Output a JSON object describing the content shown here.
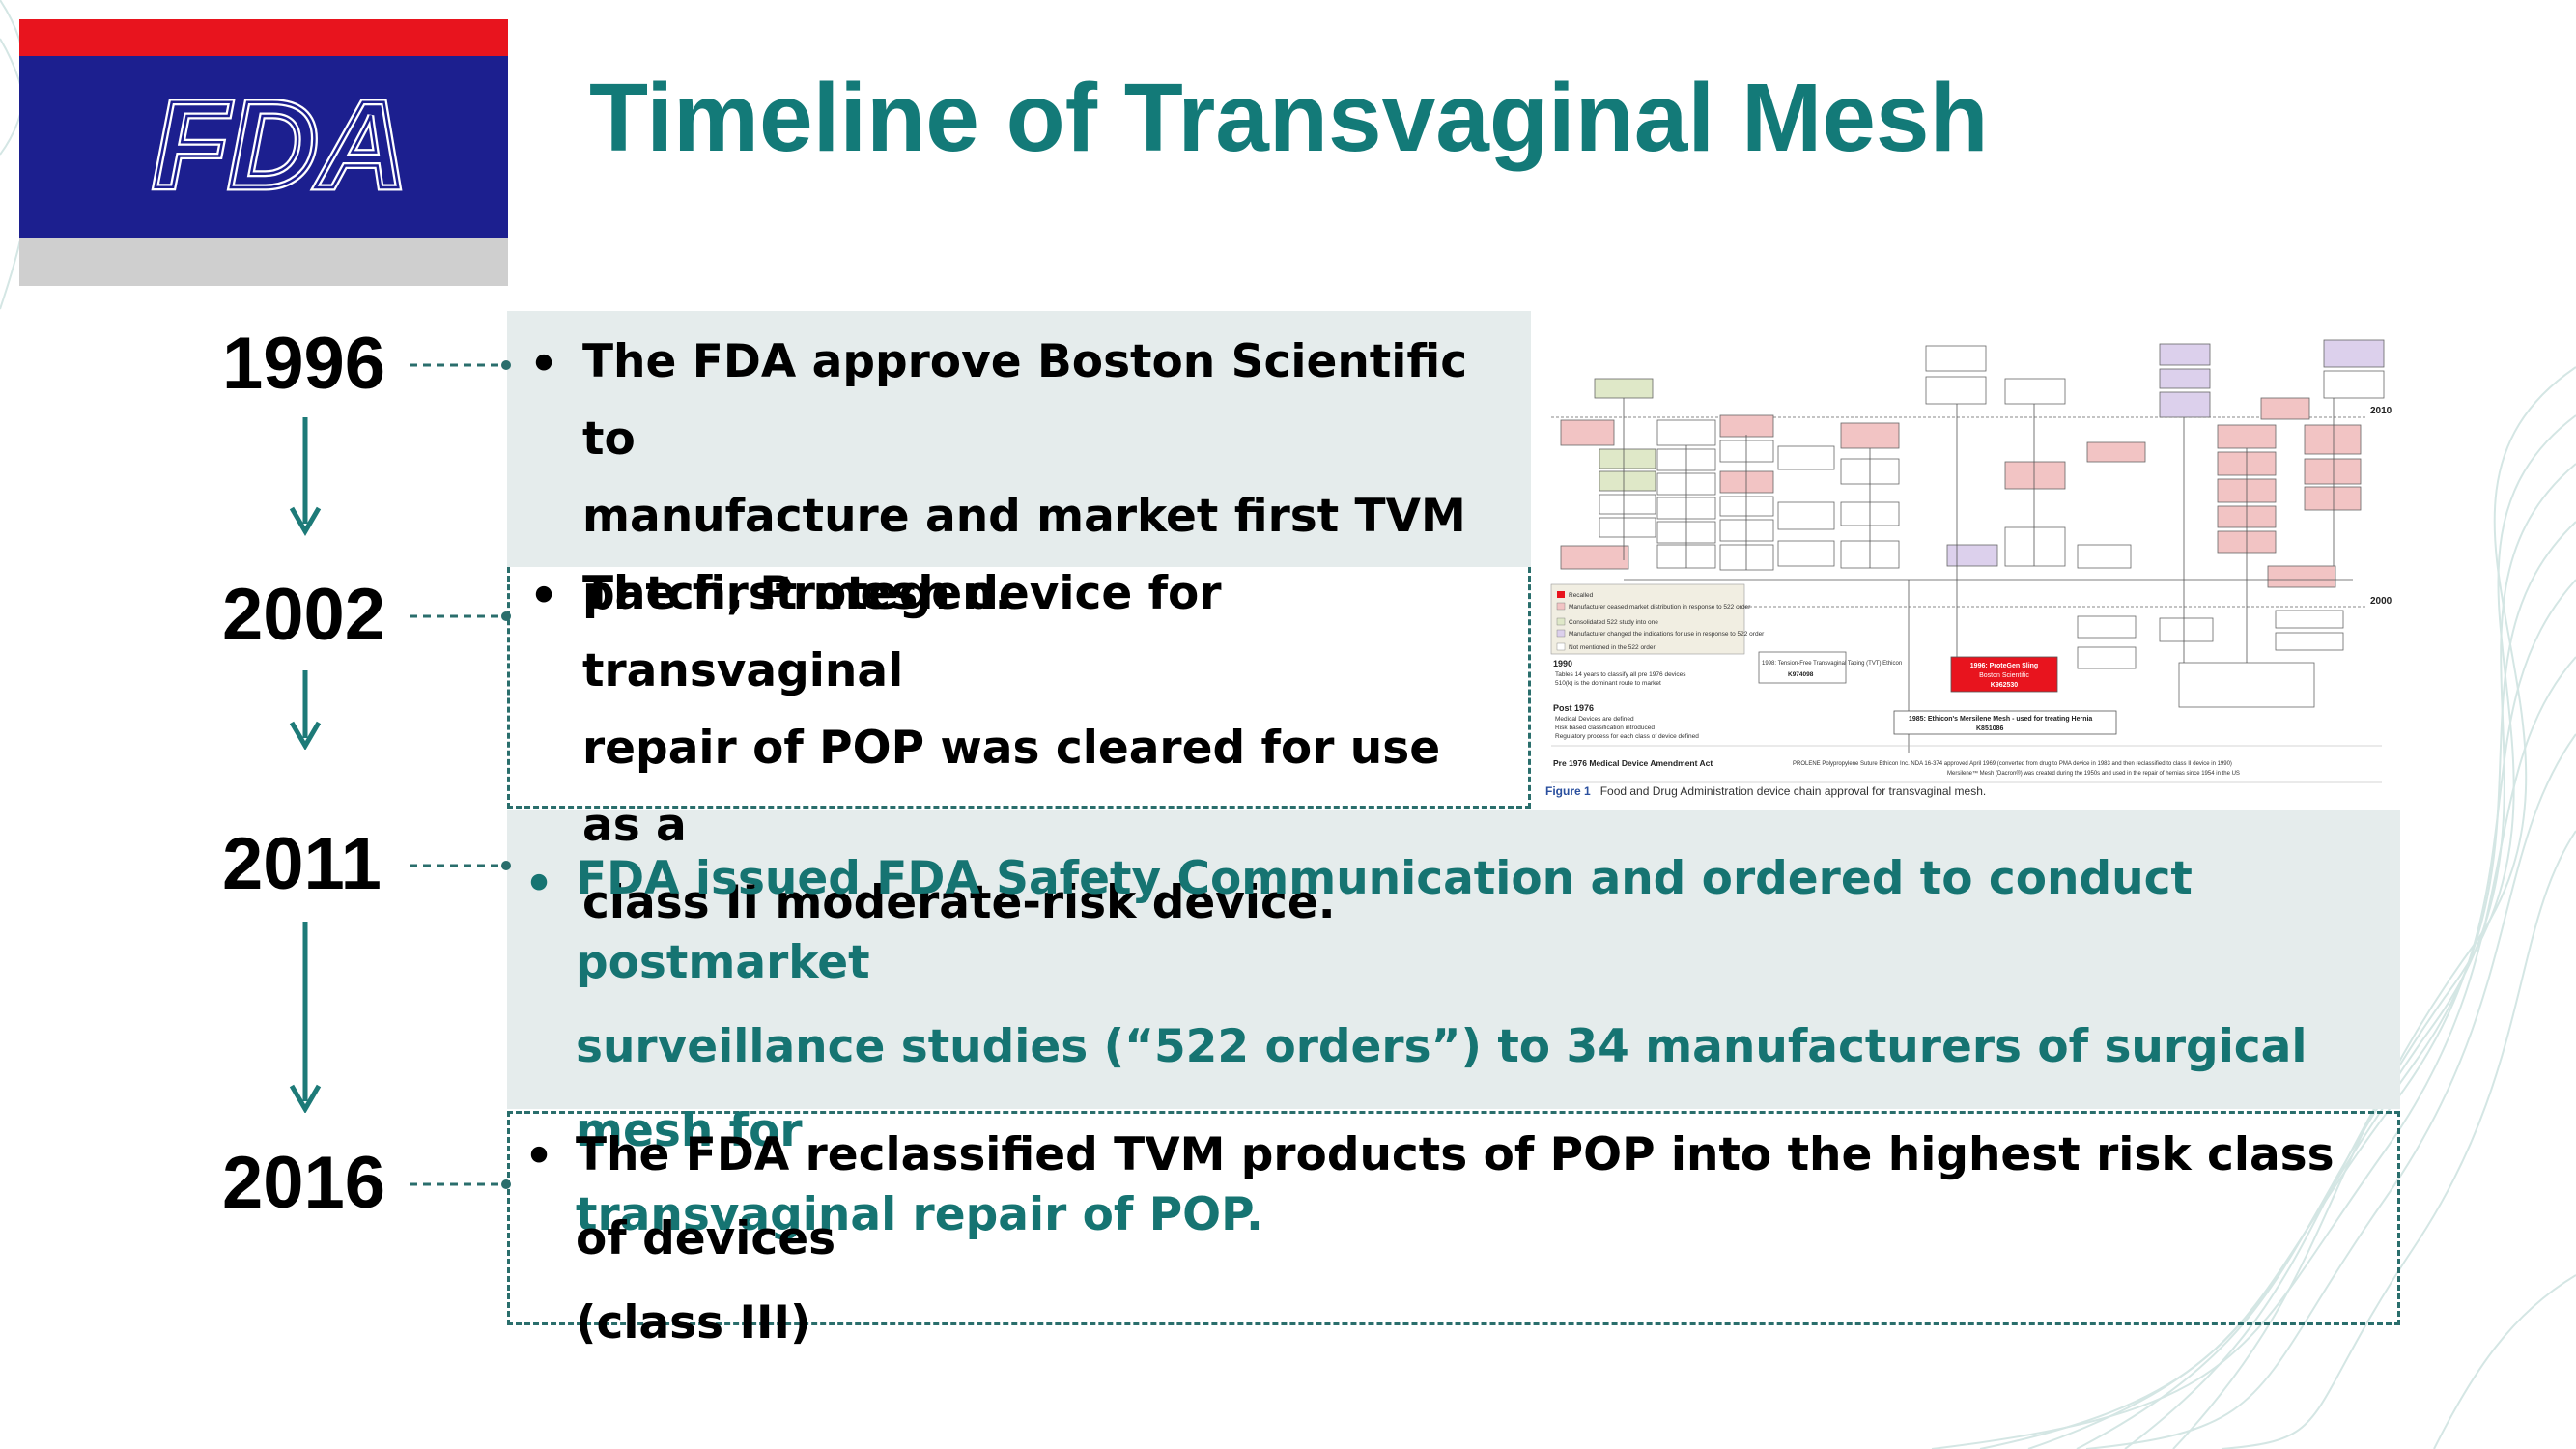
{
  "logo": {
    "text": "FDA"
  },
  "title": "Timeline of Transvaginal Mesh",
  "timeline": [
    {
      "year": "1996",
      "lines": [
        "The FDA approve Boston Scientific to",
        "manufacture and market first TVM",
        "patch,  Protegen."
      ]
    },
    {
      "year": "2002",
      "lines": [
        "The first mesh device for transvaginal",
        "repair of POP was cleared for use as a",
        "class II moderate-risk device."
      ]
    },
    {
      "year": "2011",
      "lines": [
        "FDA issued FDA Safety Communication and ordered to conduct postmarket",
        "surveillance studies (“522 orders”) to 34 manufacturers of surgical mesh for",
        "transvaginal repair of POP."
      ]
    },
    {
      "year": "2016",
      "lines": [
        "The FDA reclassified TVM products of POP into the highest risk class  of devices",
        "(class III)"
      ]
    }
  ],
  "bullet_glyph": "•",
  "figure": {
    "caption_label": "Figure 1",
    "caption_text": "Food and Drug Administration device chain approval for transvaginal mesh.",
    "year_2010": "2010",
    "year_2000": "2000",
    "legend": [
      "Recalled",
      "Manufacturer ceased market distribution in response to 522 order",
      "Consolidated 522 study into one",
      "Manufacturer changed the indications for use in response to 522 order",
      "Not mentioned in the 522 order"
    ],
    "legend_1990_title": "1990",
    "legend_1990_items": [
      "Tables 14 years to classify all pre 1976 devices",
      "510(k) is the dominant route to market"
    ],
    "post1976_title": "Post 1976",
    "post1976_items": [
      "Medical Devices are defined",
      "Risk based classification introduced",
      "Regulatory process for each class of device defined"
    ],
    "pre1976": "Pre 1976 Medical Device Amendment Act",
    "pre1976_note": "PROLENE Polypropylene Suture Ethicon Inc. NDA 16-374 approved April 1969 (converted from drug to PMA device in 1983 and then reclassified to class II device in 1990)",
    "pre1976_note2": "Mersilene™ Mesh (Dacron®) was created during the 1950s and used in the repair of hernias since 1954 in the US",
    "mersilene_box": "1985: Ethicon's Mersilene Mesh - used for treating Hernia",
    "mersilene_code": "K851086",
    "protegen_box": "1996: ProteGen Sling",
    "protegen_sub": "Boston Scientific",
    "protegen_code": "K962530",
    "ttvt_box": "1998: Tension-Free Transvaginal Taping (TVT) Ethicon",
    "ttvt_code": "K974098"
  },
  "colors": {
    "title": "#137a78",
    "teal_text": "#167472",
    "box_fill": "#e5ecec",
    "dash": "#2a6e6c",
    "arrow": "#1d7a78",
    "fda_red": "#e8141e",
    "fda_blue": "#1c1f8f",
    "fda_gray": "#cfcfcf"
  }
}
